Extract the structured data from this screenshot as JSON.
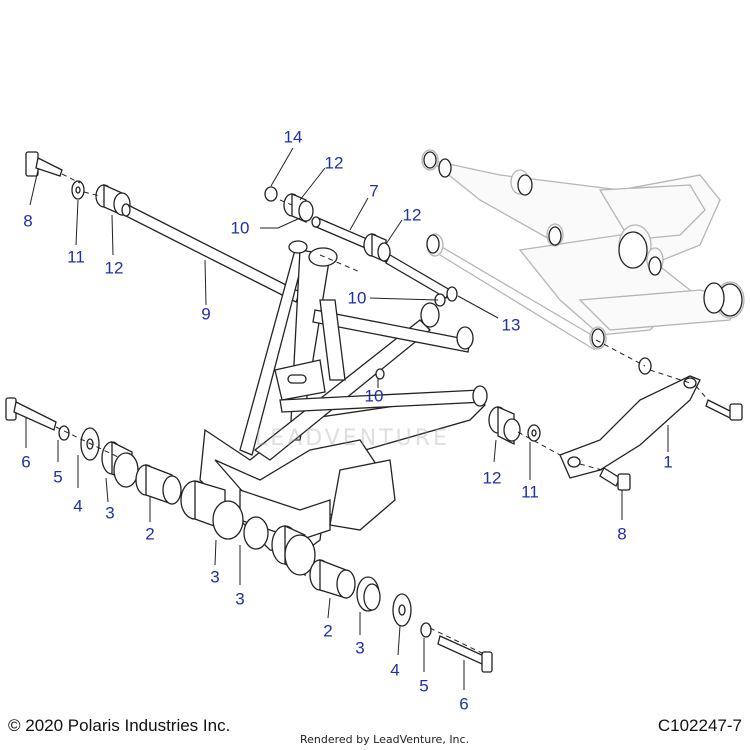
{
  "callouts": [
    {
      "id": "c14",
      "text": "14"
    },
    {
      "id": "c12a",
      "text": "12"
    },
    {
      "id": "c7",
      "text": "7"
    },
    {
      "id": "c12b",
      "text": "12"
    },
    {
      "id": "c10a",
      "text": "10"
    },
    {
      "id": "c8a",
      "text": "8"
    },
    {
      "id": "c11a",
      "text": "11"
    },
    {
      "id": "c12c",
      "text": "12"
    },
    {
      "id": "c9",
      "text": "9"
    },
    {
      "id": "c10b",
      "text": "10"
    },
    {
      "id": "c13",
      "text": "13"
    },
    {
      "id": "c10c",
      "text": "10"
    },
    {
      "id": "c6a",
      "text": "6"
    },
    {
      "id": "c5a",
      "text": "5"
    },
    {
      "id": "c4a",
      "text": "4"
    },
    {
      "id": "c3a",
      "text": "3"
    },
    {
      "id": "c2a",
      "text": "2"
    },
    {
      "id": "c12d",
      "text": "12"
    },
    {
      "id": "c11b",
      "text": "11"
    },
    {
      "id": "c1",
      "text": "1"
    },
    {
      "id": "c8b",
      "text": "8"
    },
    {
      "id": "c3b",
      "text": "3"
    },
    {
      "id": "c3c",
      "text": "3"
    },
    {
      "id": "c2b",
      "text": "2"
    },
    {
      "id": "c3d",
      "text": "3"
    },
    {
      "id": "c4b",
      "text": "4"
    },
    {
      "id": "c5b",
      "text": "5"
    },
    {
      "id": "c6b",
      "text": "6"
    }
  ],
  "footer": {
    "copyright": "© 2020 Polaris Industries Inc.",
    "rendered_by": "Rendered by LeadVenture, Inc.",
    "part_code": "C102247-7"
  },
  "watermark": "LEADVENTURE",
  "colors": {
    "callout": "#1f2fa8",
    "line": "#222222",
    "ghost": "#bdbdbd"
  }
}
